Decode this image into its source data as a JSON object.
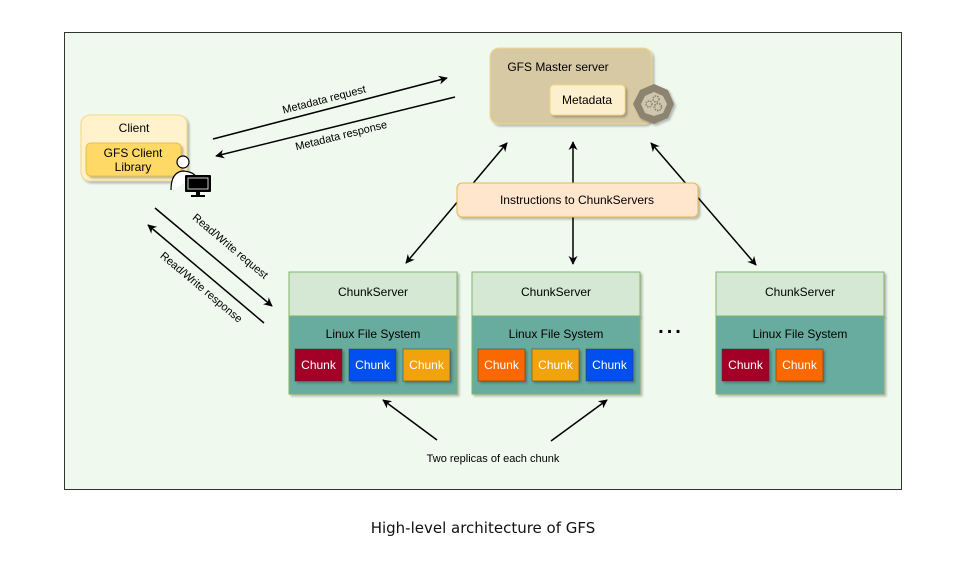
{
  "diagram": {
    "caption": "High-level architecture of GFS",
    "client": {
      "title": "Client",
      "library_line1": "GFS Client",
      "library_line2": "Library",
      "icon": "user-with-computer-icon"
    },
    "master": {
      "title": "GFS Master server",
      "metadata_label": "Metadata",
      "icon": "gears-octagon-icon"
    },
    "instructions_label": "Instructions to ChunkServers",
    "edges": {
      "metadata_request": "Metadata request",
      "metadata_response": "Metadata response",
      "rw_request": "Read/Write request",
      "rw_response": "Read/Write response"
    },
    "chunkservers": [
      {
        "title": "ChunkServer",
        "fs_label": "Linux File System",
        "chunks": [
          {
            "label": "Chunk",
            "color": "#a20025"
          },
          {
            "label": "Chunk",
            "color": "#0050ef"
          },
          {
            "label": "Chunk",
            "color": "#f0a30a"
          }
        ]
      },
      {
        "title": "ChunkServer",
        "fs_label": "Linux File System",
        "chunks": [
          {
            "label": "Chunk",
            "color": "#fa6800"
          },
          {
            "label": "Chunk",
            "color": "#f0a30a"
          },
          {
            "label": "Chunk",
            "color": "#0050ef"
          }
        ]
      },
      {
        "title": "ChunkServer",
        "fs_label": "Linux File System",
        "chunks": [
          {
            "label": "Chunk",
            "color": "#a20025"
          },
          {
            "label": "Chunk",
            "color": "#fa6800"
          }
        ]
      }
    ],
    "ellipsis": "...",
    "replica_note": "Two replicas of each chunk",
    "colors": {
      "canvas_bg": "#f0f9ee",
      "client_outer": "#fff2cc",
      "client_inner": "#ffd966",
      "master_bg": "#d8c9a5",
      "metadata_bg": "#fbefcd",
      "instructions_bg": "#ffe6cc",
      "cs_header": "#d5e8d4",
      "cs_body": "#67ab9f"
    }
  }
}
